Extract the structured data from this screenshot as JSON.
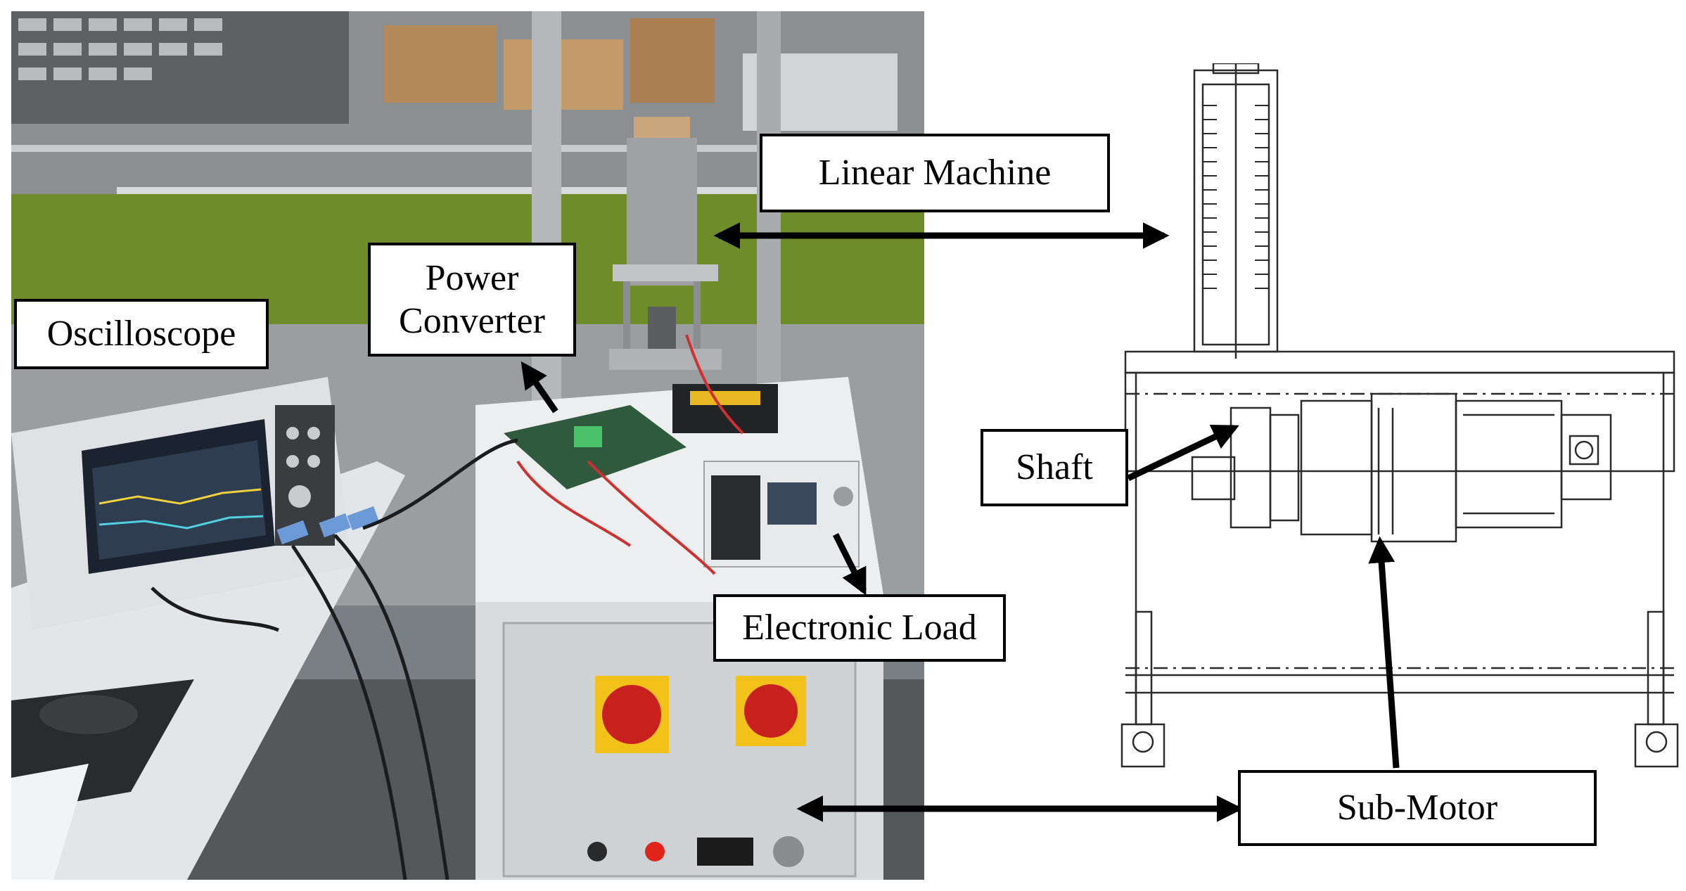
{
  "labels": {
    "linear_machine": "Linear Machine",
    "power_converter": "Power\nConverter",
    "oscilloscope": "Oscilloscope",
    "shaft": "Shaft",
    "electronic_load": "Electronic Load",
    "sub_motor": "Sub-Motor"
  },
  "colors": {
    "label_border": "#000000",
    "arrow": "#000000",
    "panel_green": "#6e8c2a",
    "switch_red": "#c8201c",
    "switch_yellow": "#f2c21a",
    "cabinet": "#d9dcde",
    "drawing_line": "#2b2b2b"
  },
  "icons": {
    "arrow": "double-headed and single-headed black arrows"
  }
}
